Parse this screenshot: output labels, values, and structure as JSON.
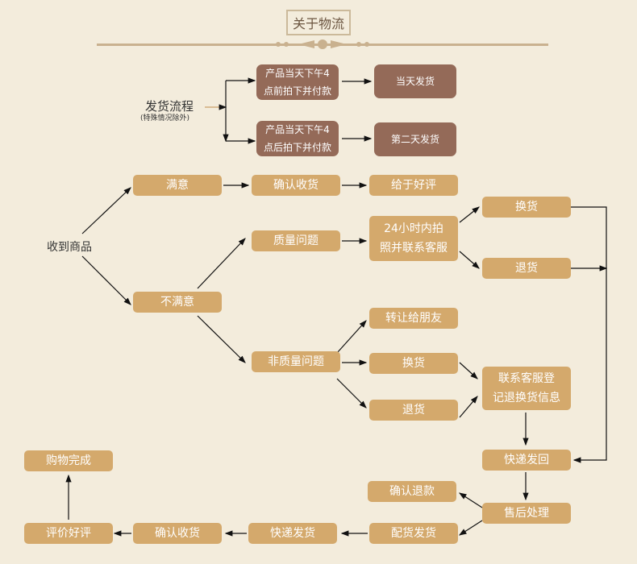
{
  "title": "关于物流",
  "shipping": {
    "label": "发货流程",
    "sub": "(特殊情况除外)",
    "before": "产品当天下午4\n点前拍下并付款",
    "after": "产品当天下午4\n点后拍下并付款",
    "same_day": "当天发货",
    "next_day": "第二天发货"
  },
  "flow": {
    "received": "收到商品",
    "satisfied": "满意",
    "confirm1": "确认收货",
    "review1": "给于好评",
    "unsatisfied": "不满意",
    "quality": "质量问题",
    "photo": "24小时内拍\n照并联系客服",
    "exchange1": "换货",
    "return1": "退货",
    "non_quality": "非质量问题",
    "transfer": "转让给朋友",
    "exchange2": "换货",
    "return2": "退货",
    "contact": "联系客服登\n记退换货信息",
    "send_back": "快递发回",
    "refund": "确认退款",
    "after_sale": "售后处理",
    "ship_out": "配货发货",
    "express": "快递发货",
    "confirm2": "确认收货",
    "review2": "评价好评",
    "done": "购物完成"
  }
}
